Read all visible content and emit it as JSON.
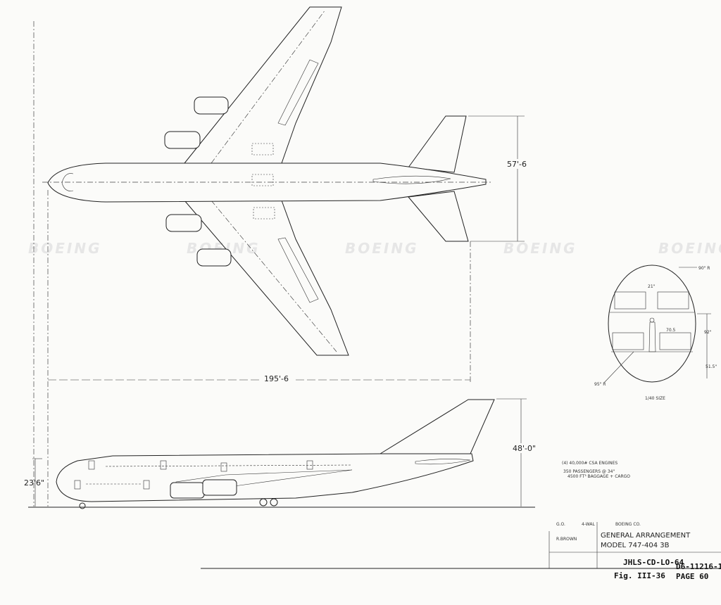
{
  "watermark": "BOEING",
  "dimensions": {
    "tail_span": "57'-6",
    "length": "195'-6",
    "tail_height": "48'-0\"",
    "fuselage_height": "23'6\""
  },
  "cross_section": {
    "outer_radius": "90\" R",
    "seat_width": "21\"",
    "aisle": "70.5",
    "lower_dim": "92\"",
    "bottom_dim": "51.5\"",
    "floor_radius": "95\" R",
    "scale": "1/40 SIZE"
  },
  "notes": {
    "engines": "(4) 40,000# CSA ENGINES",
    "passengers": "350 PASSENGERS @ 34\"",
    "cargo": "4500 FT³ BAGGAGE + CARGO"
  },
  "title_block": {
    "go": "G.O.",
    "dept": "4-WAL",
    "company": "BOEING CO.",
    "drawn": "R.BROWN",
    "title": "GENERAL ARRANGEMENT",
    "model": "MODEL 747-404 3B",
    "drawing_no": "JHLS-CD-LO-64",
    "doc_no": "D6-11216-1",
    "figure": "Fig. III-36",
    "page": "PAGE 60"
  }
}
